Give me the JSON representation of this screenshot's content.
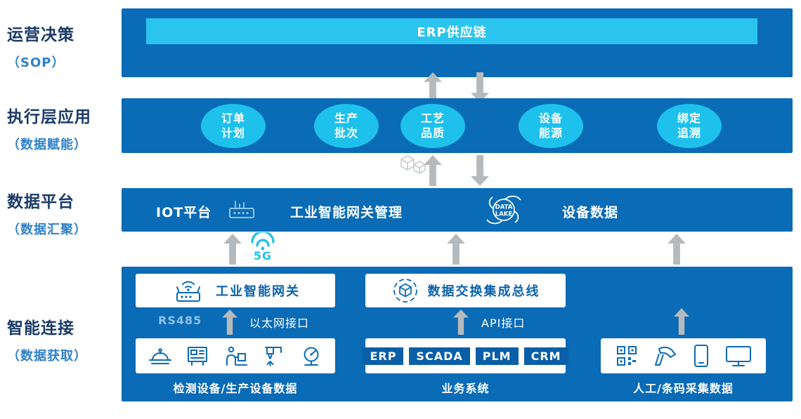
{
  "colors": {
    "band_blue": "#0a6bb6",
    "accent_cyan": "#2ac4ee",
    "ellipse_cyan": "#1ec1ec",
    "label_navy": "#1b3a66",
    "label_blue": "#2f80c8",
    "arrow_gray": "#b7babd",
    "badge_navy": "#0a5fa8"
  },
  "rows": [
    {
      "title": "运营决策",
      "subtitle": "（SOP）"
    },
    {
      "title": "执行层应用",
      "subtitle": "（数据赋能）"
    },
    {
      "title": "数据平台",
      "subtitle": "（数据汇聚）"
    },
    {
      "title": "智能连接",
      "subtitle": "（数据获取）"
    }
  ],
  "top_band": {
    "erp_bar_label": "ERP供应链"
  },
  "execution_band": {
    "bubbles": [
      {
        "line1": "订单",
        "line2": "计划"
      },
      {
        "line1": "生产",
        "line2": "批次"
      },
      {
        "line1": "工艺",
        "line2": "品质"
      },
      {
        "line1": "设备",
        "line2": "能源"
      },
      {
        "line1": "绑定",
        "line2": "追溯"
      }
    ]
  },
  "platform_band": {
    "iot_label": "IOT平台",
    "gateway_mgmt_label": "工业智能网关管理",
    "data_lake_line1": "DATA",
    "data_lake_line2": "LAKE",
    "device_data_label": "设备数据"
  },
  "uplink_5g_label": "5G",
  "connect_band": {
    "gateway_box_label": "工业智能网关",
    "rs485_label": "RS485",
    "ethernet_label": "以太网接口",
    "devices_caption": "检测设备/生产设备数据",
    "bus_box_label": "数据交换集成总线",
    "api_label": "API接口",
    "system_badges": [
      "ERP",
      "SCADA",
      "PLM",
      "CRM"
    ],
    "systems_caption": "业务系统",
    "collection_caption": "人工/条码采集数据"
  }
}
